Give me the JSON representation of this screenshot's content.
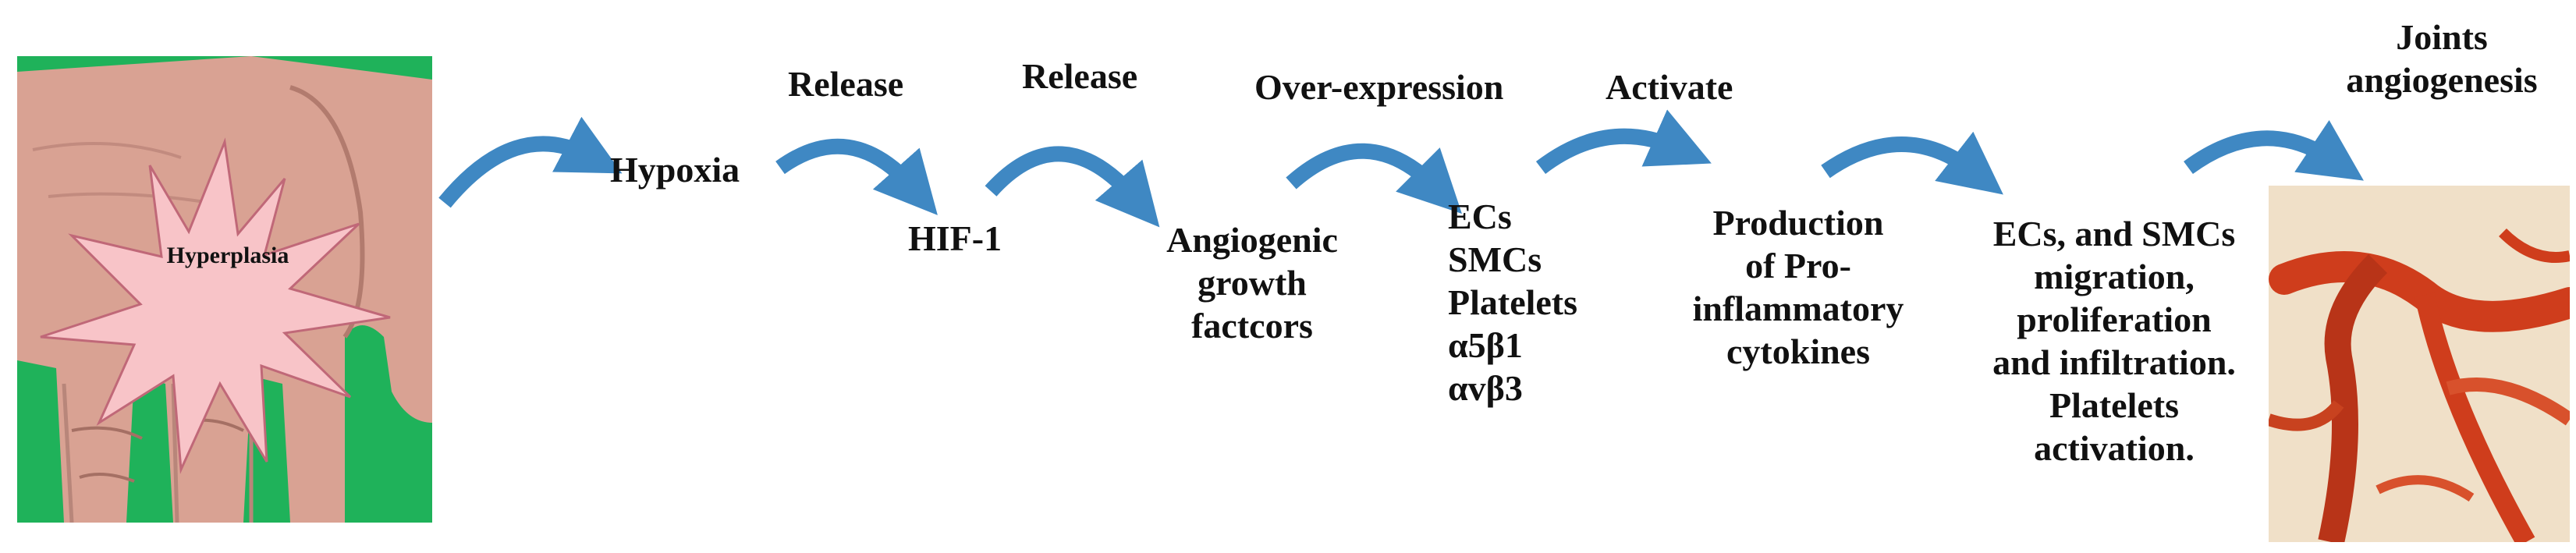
{
  "hand_image": {
    "callout": "Hyperplasia",
    "background": "#1fb25a",
    "skin": "#d9a293",
    "burst_fill": "#f8c4c8"
  },
  "steps": [
    {
      "id": "hypoxia",
      "label": "Hypoxia"
    },
    {
      "id": "hif1",
      "arrow_label": "Release",
      "label": "HIF-1"
    },
    {
      "id": "angiogenic",
      "arrow_label": "Release",
      "lines": [
        "Angiogenic",
        "growth",
        "factcors"
      ]
    },
    {
      "id": "cells",
      "arrow_label": "Over-expression",
      "lines": [
        "ECs",
        "SMCs",
        "Platelets",
        "α5β1",
        "αvβ3"
      ]
    },
    {
      "id": "cytokines",
      "arrow_label": "Activate",
      "lines": [
        "Production",
        "of  Pro-",
        "inflammatory",
        "cytokines"
      ]
    },
    {
      "id": "migration",
      "lines": [
        "ECs, and SMCs",
        "migration,",
        "proliferation",
        "and infiltration.",
        "Platelets",
        "activation."
      ]
    },
    {
      "id": "outcome",
      "arrow_label_lines": [
        "Joints",
        "angiogenesis"
      ]
    }
  ],
  "colors": {
    "arrow": "#3f88c3",
    "vessel": "#cf3d1c",
    "vessel_bg": "#f0e0c8"
  }
}
